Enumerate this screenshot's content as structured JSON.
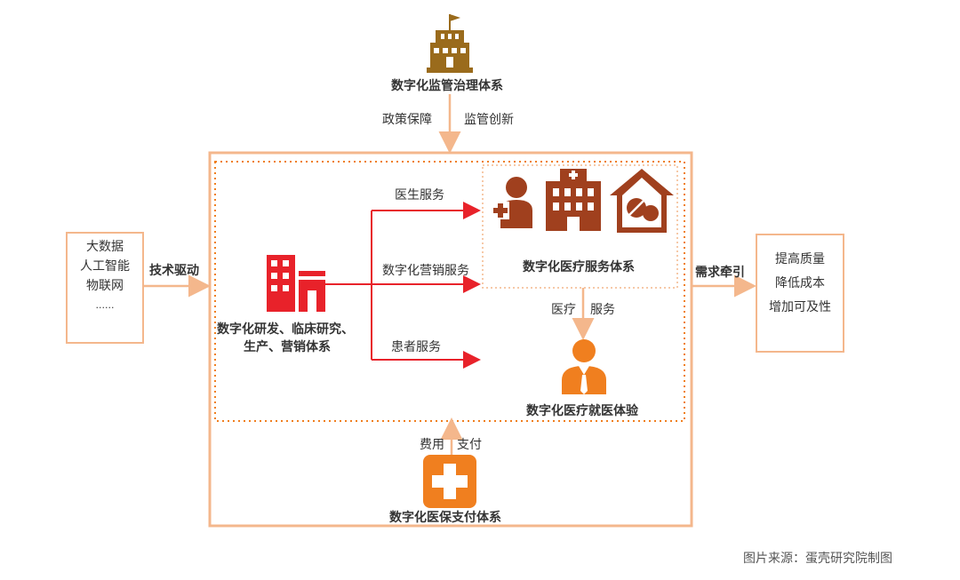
{
  "top_system": {
    "title": "数字化监管治理体系",
    "left_label": "政策保障",
    "right_label": "监管创新"
  },
  "left_box": {
    "lines": [
      "大数据",
      "人工智能",
      "物联网",
      "......"
    ],
    "arrow_label": "技术驱动"
  },
  "right_box": {
    "lines": [
      "提高质量",
      "降低成本",
      "增加可及性"
    ],
    "arrow_label": "需求牵引"
  },
  "center_left": {
    "title_line1": "数字化研发、临床研究、",
    "title_line2": "生产、营销体系"
  },
  "branches": {
    "doctor": "医生服务",
    "marketing": "数字化营销服务",
    "patient": "患者服务"
  },
  "service_system": {
    "title": "数字化医疗服务体系",
    "down_left": "医疗",
    "down_right": "服务"
  },
  "experience": {
    "title": "数字化医疗就医体验"
  },
  "payment": {
    "title": "数字化医保支付体系",
    "left_label": "费用",
    "right_label": "支付"
  },
  "source": "图片来源：蛋壳研究院制图",
  "colors": {
    "accent_light": "#f4b78c",
    "red": "#e8222a",
    "orange": "#f07f1f",
    "brown": "#a0401e",
    "gold": "#9a6b1c"
  }
}
